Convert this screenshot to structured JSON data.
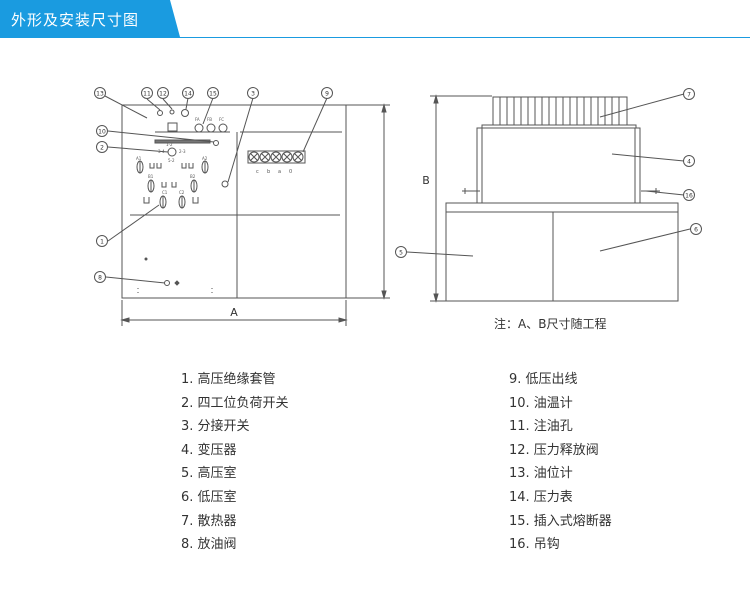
{
  "header": {
    "title": "外形及安装尺寸图",
    "accent_color": "#1a9be0"
  },
  "front_view": {
    "callouts": [
      "13",
      "11",
      "12",
      "14",
      "15",
      "3",
      "9",
      "10",
      "2",
      "1",
      "8"
    ],
    "dimension_label": "A",
    "fuse_labels": [
      "FA",
      "FB",
      "FC"
    ],
    "bushing_labels": [
      "c",
      "b",
      "a",
      "0"
    ],
    "switch_labels": [
      "A1",
      "A2",
      "B1",
      "B2",
      "C1",
      "C2"
    ],
    "tap_labels": [
      "1-2",
      "3-4",
      "2-3",
      "5-2"
    ]
  },
  "side_view": {
    "callouts": [
      "7",
      "4",
      "16",
      "5",
      "6"
    ],
    "dimension_label": "B",
    "note": "注：A、B尺寸随工程"
  },
  "legend": {
    "left": [
      "1. 高压绝缘套管",
      "2. 四工位负荷开关",
      "3. 分接开关",
      "4. 变压器",
      "5. 高压室",
      "6. 低压室",
      "7. 散热器",
      "8. 放油阀"
    ],
    "right": [
      "9. 低压出线",
      "10. 油温计",
      "11. 注油孔",
      "12. 压力释放阀",
      "13. 油位计",
      "14. 压力表",
      "15. 插入式熔断器",
      "16. 吊钩"
    ]
  }
}
